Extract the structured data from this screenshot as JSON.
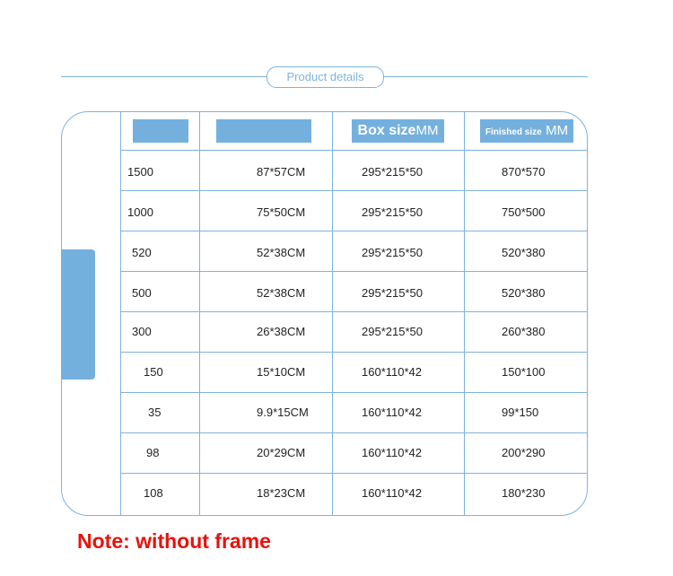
{
  "section_title": "Product details",
  "table": {
    "headers": [
      "",
      "",
      "Box size",
      "Finished size"
    ],
    "header_units": [
      "",
      "",
      "MM",
      "MM"
    ],
    "rows": [
      [
        "1500",
        "87*57CM",
        "295*215*50",
        "870*570"
      ],
      [
        "1000",
        "75*50CM",
        "295*215*50",
        "750*500"
      ],
      [
        "520",
        "52*38CM",
        "295*215*50",
        "520*380"
      ],
      [
        "500",
        "52*38CM",
        "295*215*50",
        "520*380"
      ],
      [
        "300",
        "26*38CM",
        "295*215*50",
        "260*380"
      ],
      [
        "150",
        "15*10CM",
        "160*110*42",
        "150*100"
      ],
      [
        "35",
        "9.9*15CM",
        "160*110*42",
        "99*150"
      ],
      [
        "98",
        "20*29CM",
        "160*110*42",
        "200*290"
      ],
      [
        "108",
        "18*23CM",
        "160*110*42",
        "180*230"
      ]
    ]
  },
  "note": "Note: without frame",
  "colors": {
    "accent": "#74b0de",
    "note": "#e8120c"
  }
}
